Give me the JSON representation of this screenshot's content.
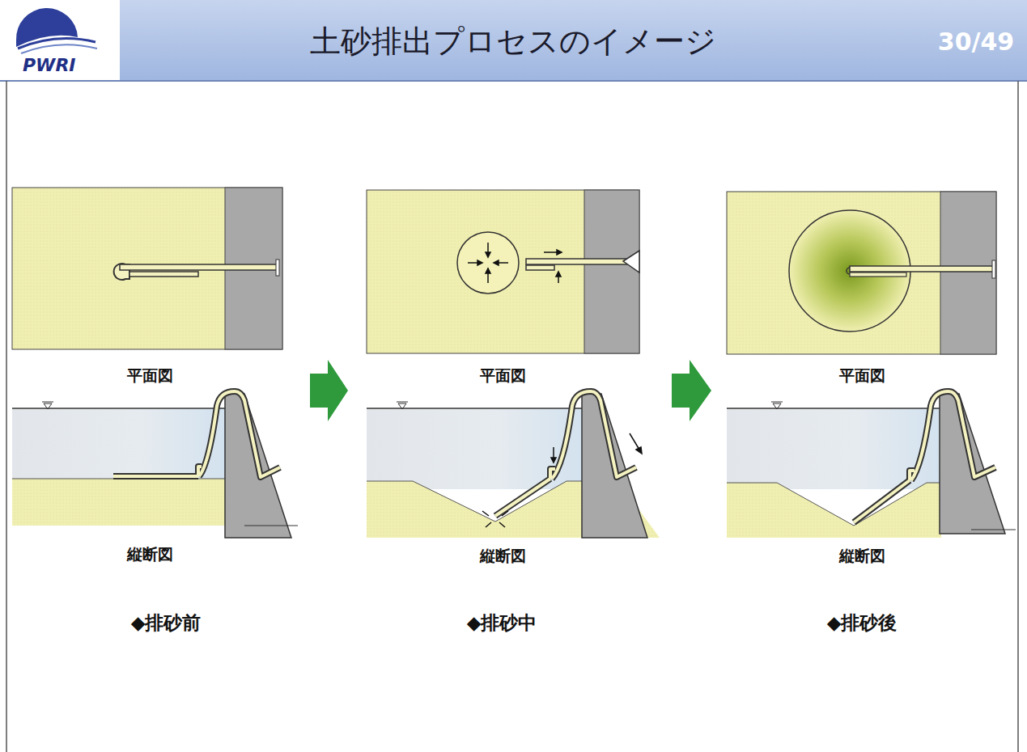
{
  "diagram": {
    "title": "土砂排出プロセスのイメージ",
    "labels": [
      "PWRI",
      "30/49",
      "平面図",
      "平面図",
      "平面図",
      "縦断図",
      "縦断図",
      "縦断図",
      "◆排砂前",
      "◆排砂中",
      "◆排砂後"
    ]
  }
}
